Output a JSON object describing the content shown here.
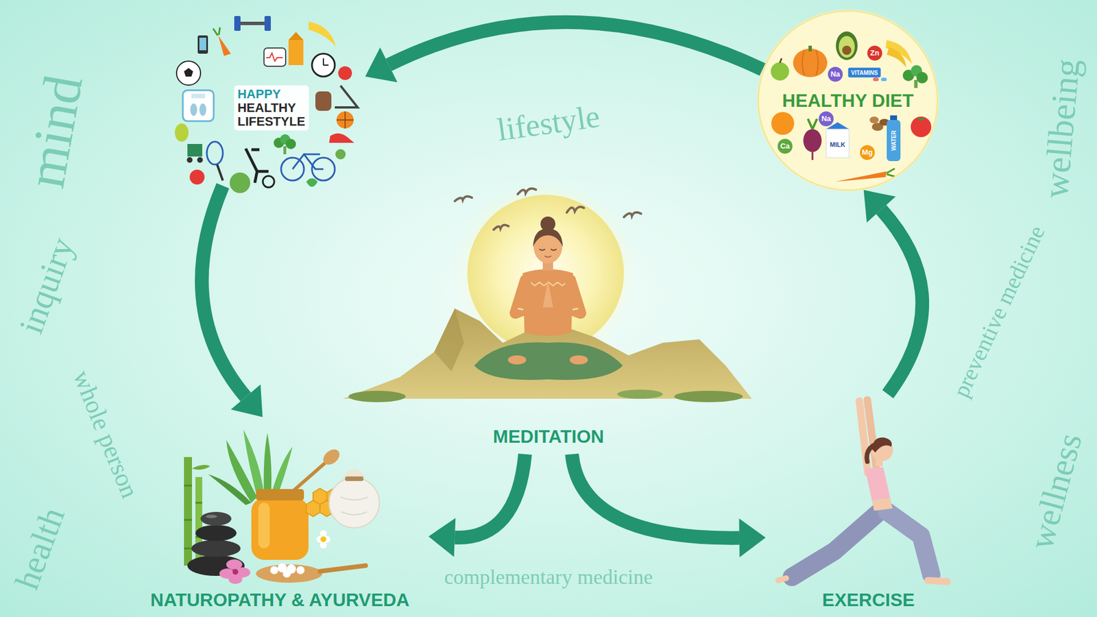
{
  "diagram": {
    "nodes": [
      {
        "text": [
          "HAPPY HEALTHY LIFESTYLE"
        ]
      },
      {
        "text": [
          "HEALTHY DIET",
          "Zn",
          "Na",
          "VITAMINS",
          "Na",
          "Ca",
          "MILK",
          "Mg",
          "WATER"
        ]
      },
      {
        "text": [
          "MEDITATION"
        ]
      },
      {
        "text": [
          "NATUROPATHY & AYURVEDA"
        ]
      },
      {
        "text": [
          "EXERCISE"
        ]
      }
    ],
    "edges": [
      {
        "from": 1,
        "to": 0,
        "arrow": "to"
      },
      {
        "from": 0,
        "to": 3,
        "arrow": "to"
      },
      {
        "from": 4,
        "to": 1,
        "arrow": "to"
      },
      {
        "from": 2,
        "to": 3,
        "arrow": "to"
      },
      {
        "from": 2,
        "to": 4,
        "arrow": "to"
      }
    ],
    "labels": [
      "mind",
      "inquiry",
      "whole person",
      "health",
      "lifestyle",
      "wellbeing",
      "preventive medicine",
      "wellness",
      "complementary medicine"
    ]
  }
}
